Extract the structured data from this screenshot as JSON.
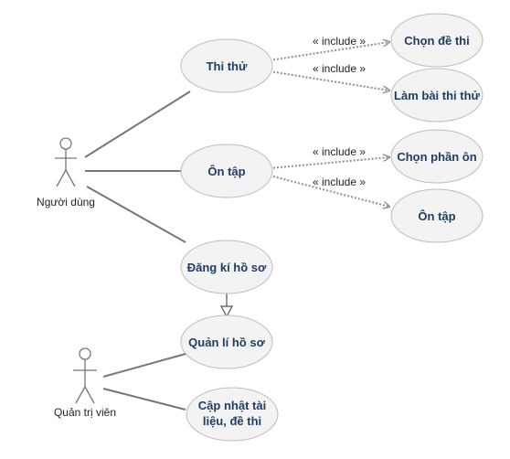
{
  "actors": {
    "user": {
      "label": "Người dùng"
    },
    "admin": {
      "label": "Quản trị viên"
    }
  },
  "use_cases": {
    "thi_thu": "Thi thử",
    "on_tap": "Ôn tập",
    "dang_ki_ho_so": "Đăng kí hồ sơ",
    "chon_de_thi": "Chọn đề thi",
    "lam_bai_thi_thu": "Làm bài thi thử",
    "chon_phan_on": "Chọn phần ôn",
    "on_tap_sub": "Ôn tập",
    "quan_li_ho_so": "Quản lí hồ sơ",
    "cap_nhat_line1": "Cập nhật tài",
    "cap_nhat_line2": "liệu, đề thi"
  },
  "relations": {
    "include_label": "« include »"
  }
}
